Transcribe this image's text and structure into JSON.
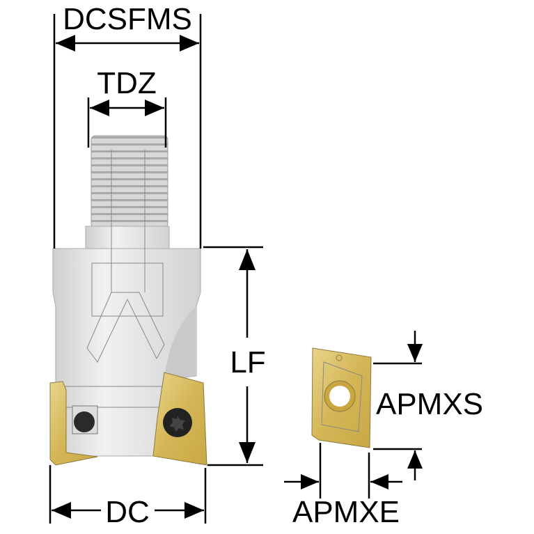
{
  "labels": {
    "dcsfms": "DCSFMS",
    "tdz": "TDZ",
    "lf": "LF",
    "dc": "DC",
    "apmxs": "APMXS",
    "apmxe": "APMXE"
  },
  "colors": {
    "body": "#e3e3e3",
    "insert": "#d9bd5e",
    "dimension": "#000000"
  }
}
